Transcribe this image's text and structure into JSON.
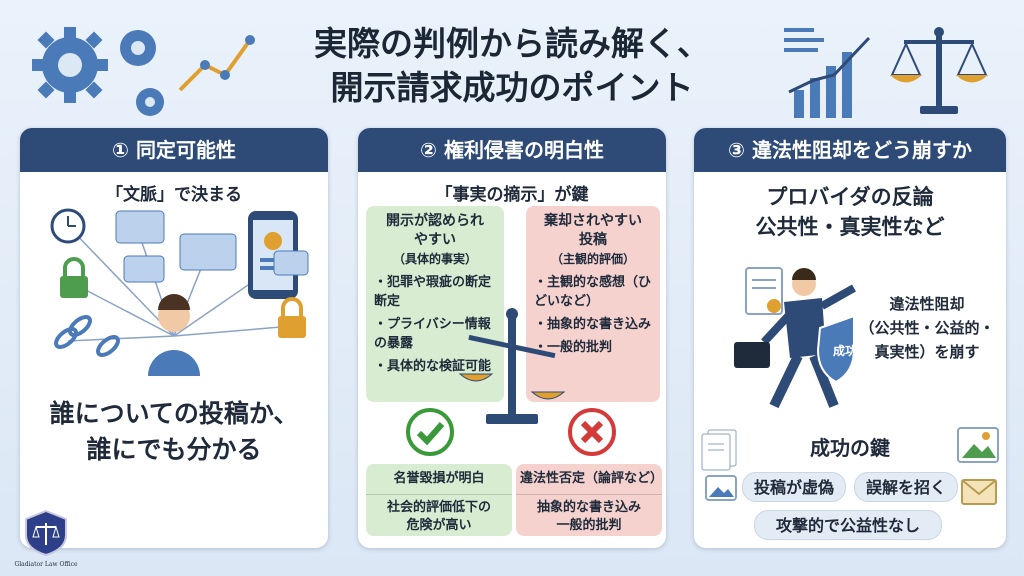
{
  "title": {
    "line1": "実際の判例から読み解く、",
    "line2": "開示請求成功のポイント"
  },
  "panel1": {
    "header": "① 同定可能性",
    "sub": "「文脈」で決まる",
    "line1": "誰についての投稿か、",
    "line2": "誰にでも分かる"
  },
  "panel2": {
    "header": "② 権利侵害の明白性",
    "sub": "「事実の摘示」が鍵",
    "green": {
      "title1": "開示が認められ",
      "title2": "やすい",
      "note": "（具体的事実）",
      "items": [
        "犯罪や瑕疵の断定断定",
        "プライバシー情報の暴露",
        "具体的な検証可能"
      ]
    },
    "red": {
      "title1": "棄却されやすい",
      "title2": "投稿",
      "note": "（主観的評価）",
      "items": [
        "主観的な感想（ひどいなど）",
        "抽象的な書き込み",
        "一般的批判"
      ]
    },
    "foot_green": {
      "top": "名誉毀損が明白",
      "bottom1": "社会的評価低下の",
      "bottom2": "危険が高い"
    },
    "foot_red": {
      "top": "違法性否定（論評など）",
      "bottom1": "抽象的な書き込み",
      "bottom2": "一般的批判"
    }
  },
  "panel3": {
    "header": "③ 違法性阻却をどう崩すか",
    "sub1": "プロバイダの反論",
    "sub2": "公共性・真実性など",
    "shield": "成功",
    "right1": "違法性阻却",
    "right2": "（公共性・公益的・",
    "right3": "真実性）を崩す",
    "key": "成功の鍵",
    "pills": [
      "投稿が虚偽",
      "誤解を招く",
      "攻撃的で公益性なし"
    ]
  },
  "logo": {
    "text": "Gladiator Law Office"
  },
  "colors": {
    "header": "#2e4b78",
    "green": "#d7ecd0",
    "red": "#f6d2cf",
    "check": "#3a9a3a",
    "cross": "#d33b3b"
  }
}
